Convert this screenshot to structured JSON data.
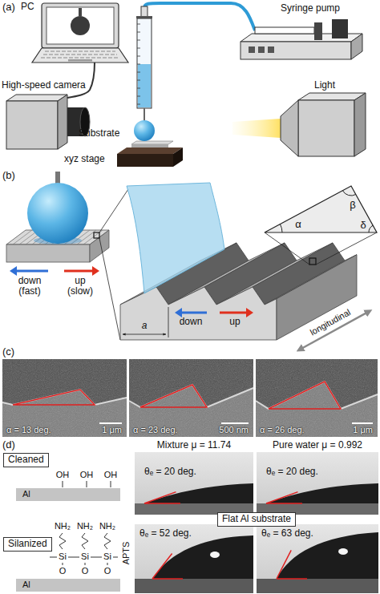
{
  "diagram": {
    "nodes": [
      {
        "text": [
          "α = 13 deg.",
          "1 μm"
        ]
      },
      {
        "text": [
          "α = 23 deg.",
          "500 nm"
        ]
      },
      {
        "text": [
          "α = 26 deg.",
          "1 μm"
        ]
      },
      {
        "text": [
          "Cleaned"
        ]
      },
      {
        "text": [
          "Al"
        ]
      },
      {
        "text": [
          "θₑ = 20 deg."
        ]
      },
      {
        "text": [
          "θₑ = 20 deg."
        ]
      },
      {
        "text": [
          "Flat Al substrate"
        ]
      },
      {
        "text": [
          "Silanized"
        ]
      },
      {
        "text": [
          "Al"
        ]
      },
      {
        "text": [
          "θₑ = 52 deg."
        ]
      },
      {
        "text": [
          "θₑ = 63 deg."
        ]
      }
    ],
    "labels": [
      "(a)",
      "PC",
      "Syringe pump",
      "High-speed camera",
      "Substrate",
      "xyz stage",
      "Light",
      "(b)",
      "down",
      "(fast)",
      "up",
      "(slow)",
      "β",
      "α",
      "δ",
      "down",
      "up",
      "a",
      "longitudinal",
      "(c)",
      "(d)",
      "Mixture μ = 11.74",
      "Pure water μ = 0.992",
      "OH",
      "OH",
      "OH",
      "NH₂",
      "NH₂",
      "NH₂",
      "Si",
      "Si",
      "Si",
      "O",
      "O",
      "O",
      "APTS"
    ]
  }
}
